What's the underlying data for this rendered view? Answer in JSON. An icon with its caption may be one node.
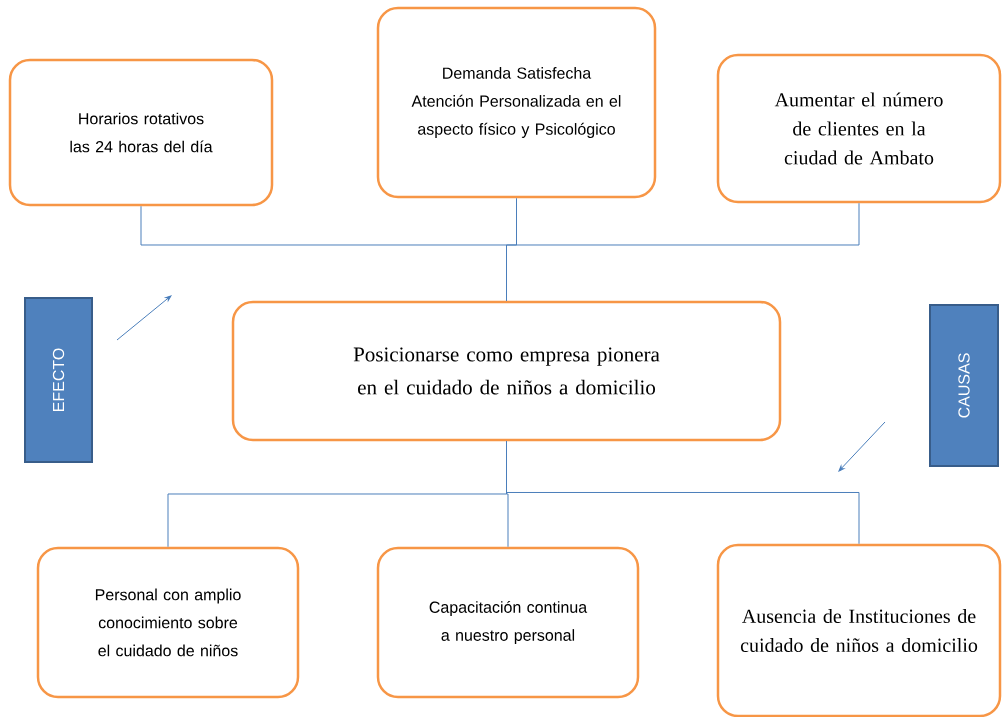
{
  "diagram": {
    "nodes": [
      {
        "text": [
          "Horarios rotativos las 24 horas del día"
        ]
      },
      {
        "text": [
          "Demanda Satisfecha Atención Personalizada en el aspecto físico y Psicológico"
        ]
      },
      {
        "text": [
          "Aumentar el número de clientes en la ciudad de Ambato"
        ]
      },
      {
        "text": [
          "Posicionarse como empresa pionera en el cuidado de niños a domicilio"
        ]
      },
      {
        "text": [
          "EFECTO"
        ]
      },
      {
        "text": [
          "CAUSAS"
        ]
      },
      {
        "text": [
          "Personal con amplio conocimiento sobre el cuidado de niños"
        ]
      },
      {
        "text": [
          "Capacitación continua a nuestro personal"
        ]
      },
      {
        "text": [
          "Ausencia de Instituciones de cuidado de niños a domicilio"
        ]
      }
    ],
    "edges": [
      {
        "from": 0,
        "to": 3,
        "arrow": "none"
      },
      {
        "from": 1,
        "to": 3,
        "arrow": "none"
      },
      {
        "from": 2,
        "to": 3,
        "arrow": "none"
      },
      {
        "from": 3,
        "to": 6,
        "arrow": "none"
      },
      {
        "from": 3,
        "to": 7,
        "arrow": "none"
      },
      {
        "from": 3,
        "to": 8,
        "arrow": "none"
      }
    ]
  }
}
